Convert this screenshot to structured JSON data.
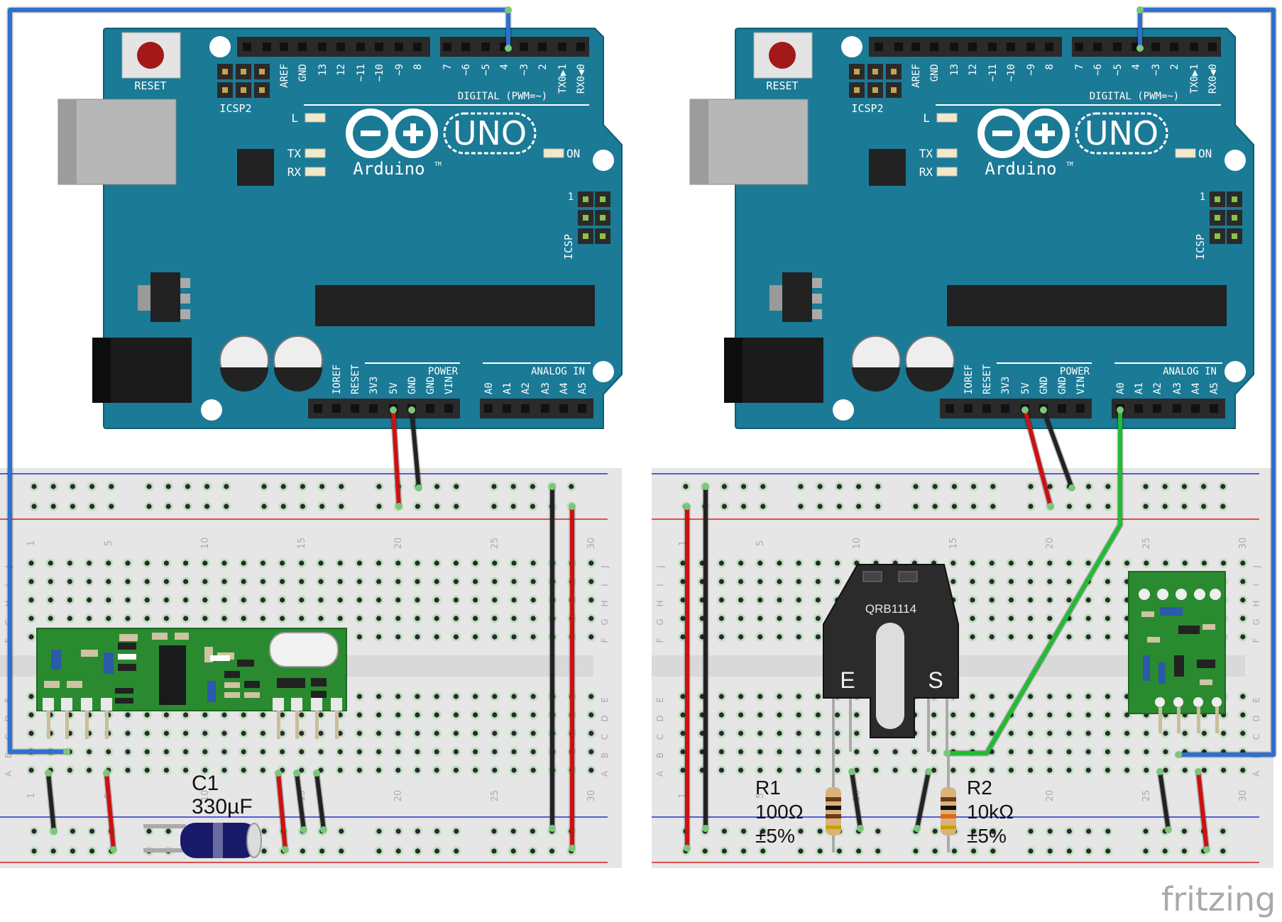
{
  "boards": [
    {
      "reset_label": "RESET",
      "icsp2_label": "ICSP2",
      "icsp_label": "ICSP",
      "icsp_pin1": "1",
      "digital_label": "DIGITAL (PWM=~)",
      "logo_text": "UNO",
      "brand_text": "Arduino",
      "tm": "TM",
      "led_l": "L",
      "led_tx": "TX",
      "led_rx": "RX",
      "led_on": "ON",
      "power_label": "POWER",
      "analog_label": "ANALOG IN",
      "top_pins": [
        "AREF",
        "GND",
        "13",
        "12",
        "~11",
        "~10",
        "~9",
        "8",
        "7",
        "~6",
        "~5",
        "4",
        "~3",
        "2",
        "TX0▶1",
        "RX0◀0"
      ],
      "bottom_pins": [
        "IOREF",
        "RESET",
        "3V3",
        "5V",
        "GND",
        "GND",
        "VIN",
        "A0",
        "A1",
        "A2",
        "A3",
        "A4",
        "A5"
      ]
    },
    {
      "reset_label": "RESET",
      "icsp2_label": "ICSP2",
      "icsp_label": "ICSP",
      "icsp_pin1": "1",
      "digital_label": "DIGITAL (PWM=~)",
      "logo_text": "UNO",
      "brand_text": "Arduino",
      "tm": "TM",
      "led_l": "L",
      "led_tx": "TX",
      "led_rx": "RX",
      "led_on": "ON",
      "power_label": "POWER",
      "analog_label": "ANALOG IN",
      "top_pins": [
        "AREF",
        "GND",
        "13",
        "12",
        "~11",
        "~10",
        "~9",
        "8",
        "7",
        "~6",
        "~5",
        "4",
        "~3",
        "2",
        "TX0▶1",
        "RX0◀0"
      ],
      "bottom_pins": [
        "IOREF",
        "RESET",
        "3V3",
        "5V",
        "GND",
        "GND",
        "VIN",
        "A0",
        "A1",
        "A2",
        "A3",
        "A4",
        "A5"
      ]
    }
  ],
  "breadboard": {
    "column_numbers": [
      "1",
      "5",
      "10",
      "15",
      "20",
      "25",
      "30"
    ],
    "row_letters_top": [
      "J",
      "I",
      "H",
      "G",
      "F"
    ],
    "row_letters_bottom": [
      "E",
      "D",
      "C",
      "B",
      "A"
    ]
  },
  "components": {
    "c1": {
      "name": "C1",
      "value": "330µF"
    },
    "sensor": {
      "model": "QRB1114",
      "pin_e": "E",
      "pin_s": "S"
    },
    "r1": {
      "name": "R1",
      "value": "100Ω",
      "tolerance": "±5%"
    },
    "r2": {
      "name": "R2",
      "value": "10kΩ",
      "tolerance": "±5%"
    }
  },
  "colors": {
    "board": "#1b7a96",
    "breadboard": "#e6e6e6",
    "wire_red": "#cc1111",
    "wire_black": "#222222",
    "wire_blue": "#2e6fd0",
    "wire_green": "#22bb33",
    "rail_red": "#d62020",
    "rail_blue": "#2233cc"
  },
  "watermark": "fritzing"
}
